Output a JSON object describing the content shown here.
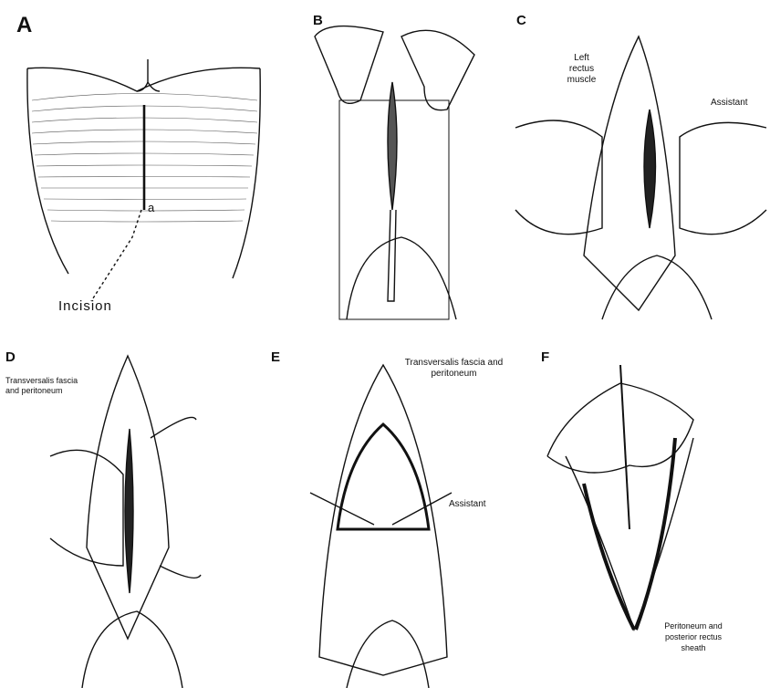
{
  "figure": {
    "panels": [
      {
        "letter": "A",
        "labels": {
          "point": "a",
          "incision": "Incision"
        }
      },
      {
        "letter": "B",
        "labels": {}
      },
      {
        "letter": "C",
        "labels": {
          "muscle": "Left rectus muscle",
          "assistant": "Assistant"
        }
      },
      {
        "letter": "D",
        "labels": {
          "fascia": "Transversalis fascia and peritoneum"
        }
      },
      {
        "letter": "E",
        "labels": {
          "fascia": "Transversalis fascia and peritoneum",
          "assistant": "Assistant"
        }
      },
      {
        "letter": "F",
        "labels": {
          "peritoneum": "Peritoneum and posterior rectus sheath"
        }
      }
    ]
  }
}
